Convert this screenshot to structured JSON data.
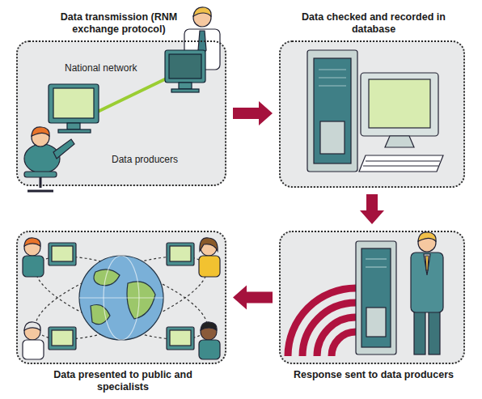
{
  "diagram": {
    "nodes": [
      {
        "text": [
          "Data transmission (RNM exchange protocol)",
          "National network",
          "Data producers"
        ]
      },
      {
        "text": [
          "Data checked and recorded in database"
        ]
      },
      {
        "text": [
          "Response sent to data producers"
        ]
      },
      {
        "text": [
          "Data presented to public and specialists"
        ]
      }
    ],
    "edges": [
      {
        "from": 0,
        "to": 1,
        "arrow": "to"
      },
      {
        "from": 1,
        "to": 2,
        "arrow": "to"
      },
      {
        "from": 2,
        "to": 3,
        "arrow": "to"
      }
    ]
  }
}
